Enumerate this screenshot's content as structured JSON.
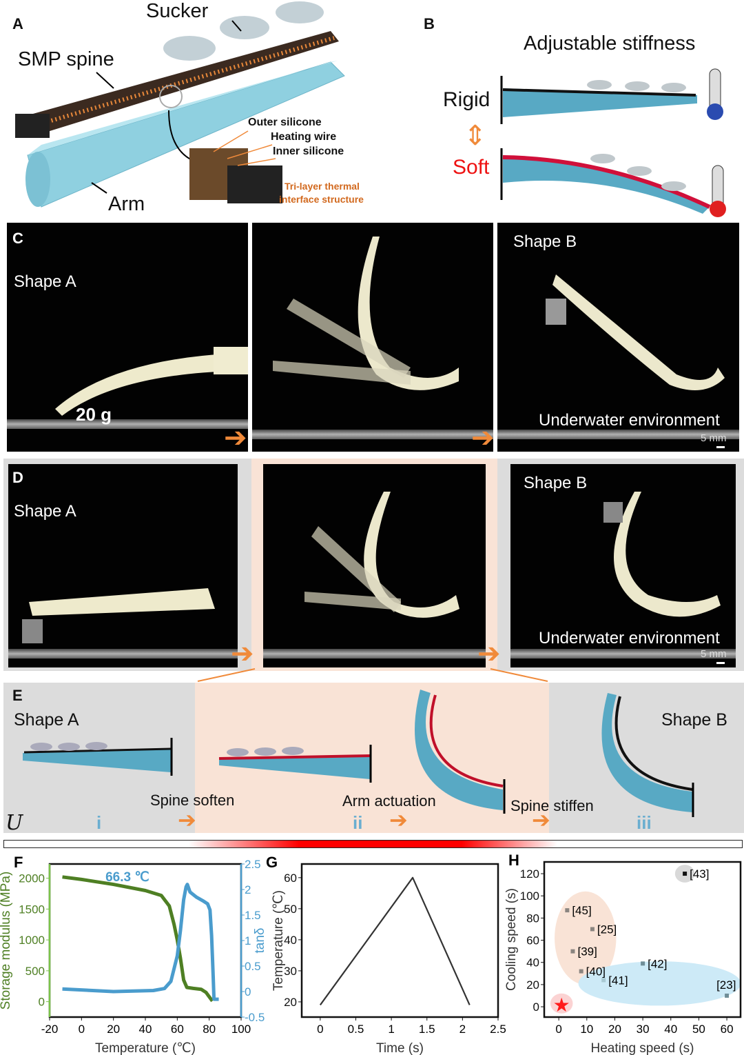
{
  "panelA": {
    "label": "A",
    "sucker": "Sucker",
    "spine": "SMP spine",
    "outer": "Outer silicone",
    "heating": "Heating wire",
    "inner": "Inner silicone",
    "trilayer1": "Tri-layer thermal",
    "trilayer2": "interface structure",
    "arm": "Arm"
  },
  "panelB": {
    "label": "B",
    "title": "Adjustable stiffness",
    "rigid": "Rigid",
    "soft": "Soft"
  },
  "panelC": {
    "label": "C",
    "shapeA": "Shape A",
    "weight": "20 g",
    "shapeB": "Shape B",
    "env": "Underwater environment",
    "scale": "5 mm"
  },
  "panelD": {
    "label": "D",
    "shapeA": "Shape A",
    "shapeB": "Shape B",
    "env": "Underwater environment",
    "scale": "5 mm"
  },
  "panelE": {
    "label": "E",
    "shapeA": "Shape A",
    "shapeB": "Shape B",
    "soften": "Spine soften",
    "actuation": "Arm actuation",
    "stiffen": "Spine stiffen",
    "i": "i",
    "ii": "ii",
    "iii": "iii",
    "logo": "U"
  },
  "colors": {
    "green": "#4e7f23",
    "blue": "#4a9ccd",
    "peach": "#f9e3d6",
    "gray": "#dedede",
    "orange": "#f08a3a",
    "red": "#e02020"
  },
  "chart_data": [
    {
      "id": "F",
      "label": "F",
      "type": "line",
      "xlabel": "Temperature (℃)",
      "ylabel": "Storage modulus (MPa)",
      "y2label": "tanδ",
      "annotation": "66.3 ℃",
      "xlim": [
        -20,
        100
      ],
      "ylim": [
        -250,
        2230
      ],
      "y2lim": [
        -0.5,
        2.5
      ],
      "xticks": [
        -20,
        0,
        20,
        40,
        60,
        80,
        100
      ],
      "yticks": [
        0,
        500,
        1000,
        1500,
        2000
      ],
      "y2ticks": [
        -0.5,
        0,
        0.5,
        1,
        1.5,
        2,
        2.5
      ],
      "series": [
        {
          "name": "Storage modulus",
          "axis": "left",
          "color": "#4e7f23",
          "x": [
            -12,
            0,
            20,
            40,
            50,
            55,
            58,
            60,
            62,
            64,
            66,
            70,
            75,
            78,
            80,
            82
          ],
          "y": [
            2020,
            1980,
            1900,
            1800,
            1720,
            1550,
            1250,
            1000,
            700,
            350,
            230,
            215,
            200,
            150,
            80,
            10
          ]
        },
        {
          "name": "tanδ",
          "axis": "right",
          "color": "#4a9ccd",
          "x": [
            -12,
            20,
            45,
            52,
            56,
            60,
            62,
            64,
            65.5,
            66.3,
            68,
            72,
            76,
            79,
            80.5,
            81.5,
            82.5,
            83,
            86
          ],
          "y": [
            0.05,
            0,
            0.02,
            0.06,
            0.2,
            0.7,
            1.2,
            1.8,
            2.05,
            2.1,
            1.95,
            1.85,
            1.78,
            1.72,
            1.6,
            1.1,
            0.3,
            -0.15,
            -0.15
          ]
        }
      ]
    },
    {
      "id": "G",
      "label": "G",
      "type": "line",
      "xlabel": "Time (s)",
      "ylabel": "Temperature (℃)",
      "xlim": [
        -0.26,
        2.5
      ],
      "ylim": [
        15.1,
        64.4
      ],
      "xticks": [
        0,
        0.5,
        1,
        1.5,
        2,
        2.5
      ],
      "yticks": [
        20,
        30,
        40,
        50,
        60
      ],
      "series": [
        {
          "name": "Temperature",
          "color": "#333333",
          "x": [
            0,
            1.3,
            2.1
          ],
          "y": [
            19,
            60,
            19
          ]
        }
      ]
    },
    {
      "id": "H",
      "label": "H",
      "type": "scatter",
      "xlabel": "Heating speed (s)",
      "ylabel": "Cooling speed (s)",
      "xlim": [
        -5.2,
        64.9
      ],
      "ylim": [
        -9.3,
        130.6
      ],
      "xticks": [
        0,
        10,
        20,
        30,
        40,
        50,
        60
      ],
      "yticks": [
        0,
        20,
        40,
        60,
        80,
        100,
        120
      ],
      "points": [
        {
          "ref": "[45]",
          "x": 3,
          "y": 87,
          "color": "#8a8580"
        },
        {
          "ref": "[25]",
          "x": 12,
          "y": 70,
          "color": "#8a8580"
        },
        {
          "ref": "[39]",
          "x": 5,
          "y": 50,
          "color": "#8a8580"
        },
        {
          "ref": "[40]",
          "x": 8,
          "y": 32,
          "color": "#8a8580"
        },
        {
          "ref": "[41]",
          "x": 16,
          "y": 24,
          "color": "#a9c9d3"
        },
        {
          "ref": "[42]",
          "x": 30,
          "y": 39,
          "color": "#6f8d97"
        },
        {
          "ref": "[23]",
          "x": 60,
          "y": 10,
          "color": "#6f8d97"
        },
        {
          "ref": "[43]",
          "x": 45,
          "y": 120,
          "color": "#111111"
        }
      ],
      "this_work": {
        "x": 1,
        "y": 2,
        "marker": "star",
        "color": "#ff1a1a"
      },
      "regions": [
        {
          "cx": 9.5,
          "cy": 62,
          "rx": 11,
          "ry": 42,
          "color": "#f9e3d6"
        },
        {
          "cx": 36,
          "cy": 21,
          "rx": 29,
          "ry": 20,
          "color": "#cdeaf7"
        },
        {
          "cx": 45,
          "cy": 120,
          "rx": 3.5,
          "ry": 8,
          "color": "#d9d9d9"
        },
        {
          "cx": 1,
          "cy": 3,
          "rx": 4,
          "ry": 9,
          "color": "#fbd3d3"
        }
      ]
    }
  ]
}
